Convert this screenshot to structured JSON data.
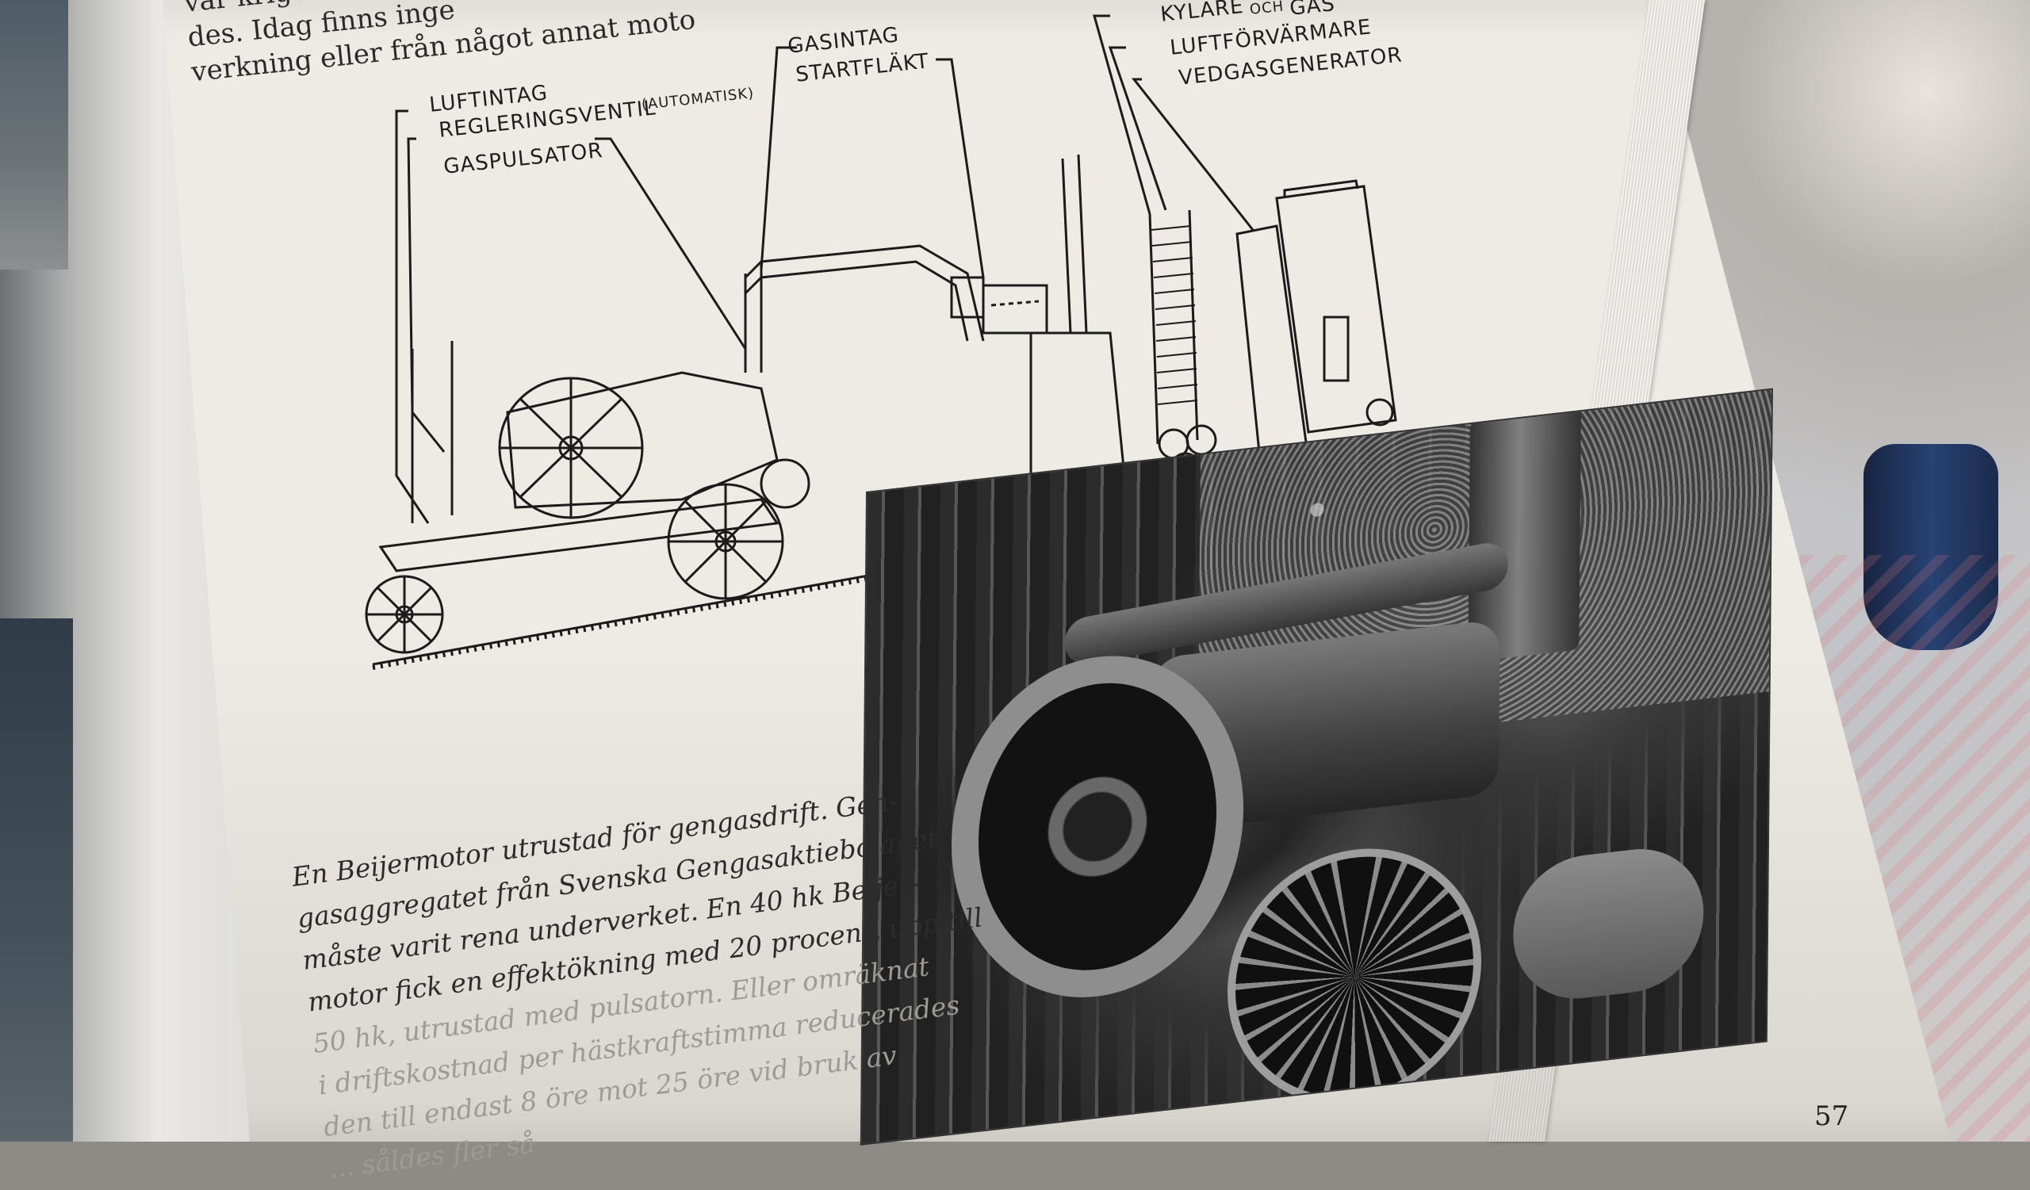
{
  "top_text": "var krige\ndes. Idag finns inge\nverkning eller från något annat moto",
  "diagram": {
    "labels": {
      "luftintag": "LUFTINTAG",
      "regleringsventil": "REGLERINGSVENTIL",
      "automatisk": "(AUTOMATISK)",
      "gaspulsator": "GASPULSATOR",
      "gasintag": "GASINTAG",
      "startflakt": "STARTFLÄKT",
      "kylare": "KYLARE",
      "och": "OCH",
      "gas": "GAS",
      "luftforvarmare": "LUFTFÖRVÄRMARE",
      "vedgasgenerator": "VEDGASGENERATOR"
    }
  },
  "caption": {
    "lines": [
      "En Beijermotor utrustad för gengasdrift. Gen-",
      "gasaggregatet från Svenska Gengasaktiebolaget",
      "måste varit rena underverket. En 40 hk Beijer-",
      "motor fick en effektökning med 20 procent, upp till",
      "50 hk, utrustad med pulsatorn. Eller omräknat",
      "i driftskostnad per hästkraftstimma reducerades",
      "den till endast 8 öre mot 25 öre vid bruk av",
      "... såldes fler så"
    ]
  },
  "page_number": "57"
}
